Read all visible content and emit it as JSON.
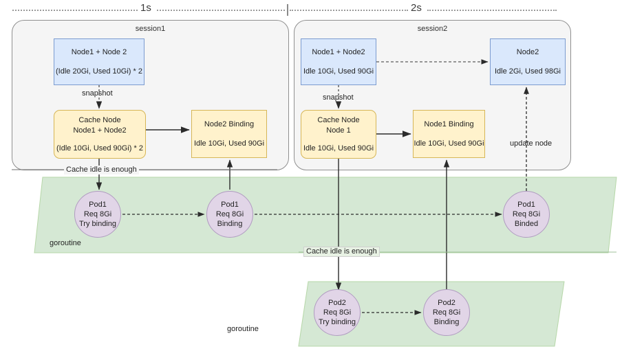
{
  "timeline": {
    "marks": [
      {
        "label": "1s"
      },
      {
        "label": "2s"
      }
    ]
  },
  "sessions": [
    {
      "title": "session1",
      "node_box": {
        "line1": "Node1 + Node 2",
        "line2": "(Idle 20Gi, Used 10Gi) * 2"
      },
      "snapshot_label": "snapshot",
      "cache_box": {
        "line1": "Cache Node",
        "line2": "Node1 + Node2",
        "line3": "(Idle 10Gi, Used 90Gi) * 2"
      },
      "binding_box": {
        "line1": "Node2 Binding",
        "line2": "Idle 10Gi, Used 90Gi"
      }
    },
    {
      "title": "session2",
      "node_box": {
        "line1": "Node1 + Node2",
        "line2": "Idle 10Gi, Used 90Gi"
      },
      "snapshot_label": "snapshot",
      "cache_box": {
        "line1": "Cache Node",
        "line2": "Node 1",
        "line3": "Idle 10Gi, Used 90Gi"
      },
      "binding_box": {
        "line1": "Node1 Binding",
        "line2": "Idle 10Gi, Used 90Gi"
      },
      "result_box": {
        "line1": "Node2",
        "line2": "Idle 2Gi, Used 98Gi"
      },
      "update_label": "update node"
    }
  ],
  "edge_labels": {
    "cache_idle_top": "Cache idle is enough",
    "cache_idle_mid": "Cache idle is enough"
  },
  "lanes": [
    {
      "label": "goroutine"
    },
    {
      "label": "goroutine"
    }
  ],
  "pods": [
    {
      "line1": "Pod1",
      "line2": "Req 8Gi",
      "line3": "Try binding"
    },
    {
      "line1": "Pod1",
      "line2": "Req 8Gi",
      "line3": "Binding"
    },
    {
      "line1": "Pod1",
      "line2": "Req 8Gi",
      "line3": "Binded"
    },
    {
      "line1": "Pod2",
      "line2": "Req 8Gi",
      "line3": "Try binding"
    },
    {
      "line1": "Pod2",
      "line2": "Req 8Gi",
      "line3": "Binding"
    }
  ],
  "colors": {
    "node_fill": "#dae8fc",
    "node_stroke": "#7b9bd0",
    "cache_fill": "#fff2cc",
    "cache_stroke": "#d6b656",
    "lane_fill": "#d5e8d4",
    "lane_stroke": "#b6d7a8",
    "pod_fill": "#e1d5e7",
    "pod_stroke": "#b09bc0",
    "session_fill": "#f5f5f5",
    "session_stroke": "#8f8f8f",
    "edge": "#3b3b3b"
  }
}
